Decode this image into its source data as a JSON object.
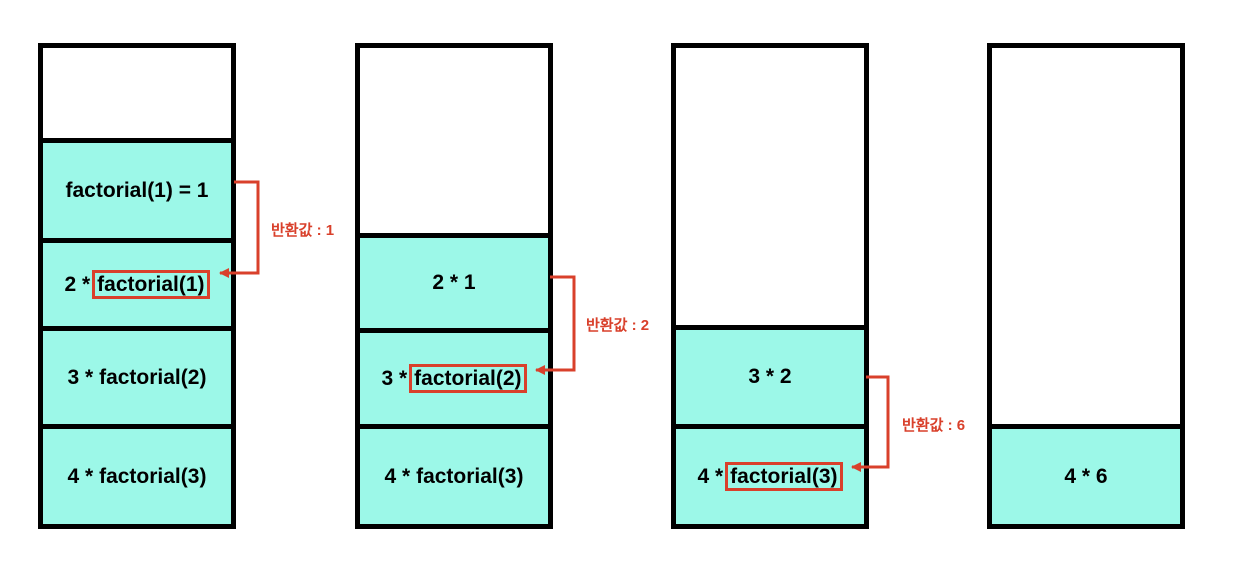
{
  "accent_color": "#d9402b",
  "frame_color": "#9cf8e8",
  "stacks": [
    {
      "frames": [
        {
          "text": "factorial(1) = 1"
        },
        {
          "prefix": "2 *",
          "call": "factorial(1)"
        },
        {
          "prefix": "3 *",
          "call": "factorial(2)"
        },
        {
          "prefix": "4 *",
          "call": "factorial(3)"
        }
      ],
      "return_label": "반환값 : 1"
    },
    {
      "frames": [
        {
          "text": "2 * 1"
        },
        {
          "prefix": "3 *",
          "call": "factorial(2)"
        },
        {
          "prefix": "4 *",
          "call": "factorial(3)"
        }
      ],
      "return_label": "반환값 : 2"
    },
    {
      "frames": [
        {
          "text": "3 * 2"
        },
        {
          "prefix": "4 *",
          "call": "factorial(3)"
        }
      ],
      "return_label": "반환값 : 6"
    },
    {
      "frames": [
        {
          "text": "4 * 6"
        }
      ]
    }
  ]
}
